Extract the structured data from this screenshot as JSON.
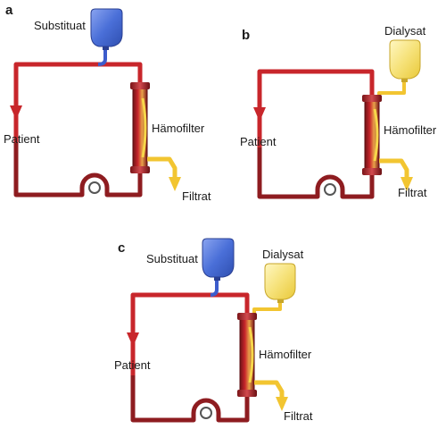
{
  "panels": {
    "a": {
      "letter": "a",
      "bag_label": "Substituat",
      "patient_label": "Patient",
      "filter_label": "Hämofilter",
      "output_label": "Filtrat"
    },
    "b": {
      "letter": "b",
      "bag_label": "Dialysat",
      "patient_label": "Patient",
      "filter_label": "Hämofilter",
      "output_label": "Filtrat"
    },
    "c": {
      "letter": "c",
      "bag1_label": "Substituat",
      "bag2_label": "Dialysat",
      "patient_label": "Patient",
      "filter_label": "Hämofilter",
      "output_label": "Filtrat"
    }
  },
  "colors": {
    "blood_arterial": "#c8262b",
    "blood_venous": "#8e1c20",
    "substituat_bag": "#4a6fd8",
    "dialysat_bag": "#f6e27a",
    "filtrat": "#f2c531"
  }
}
